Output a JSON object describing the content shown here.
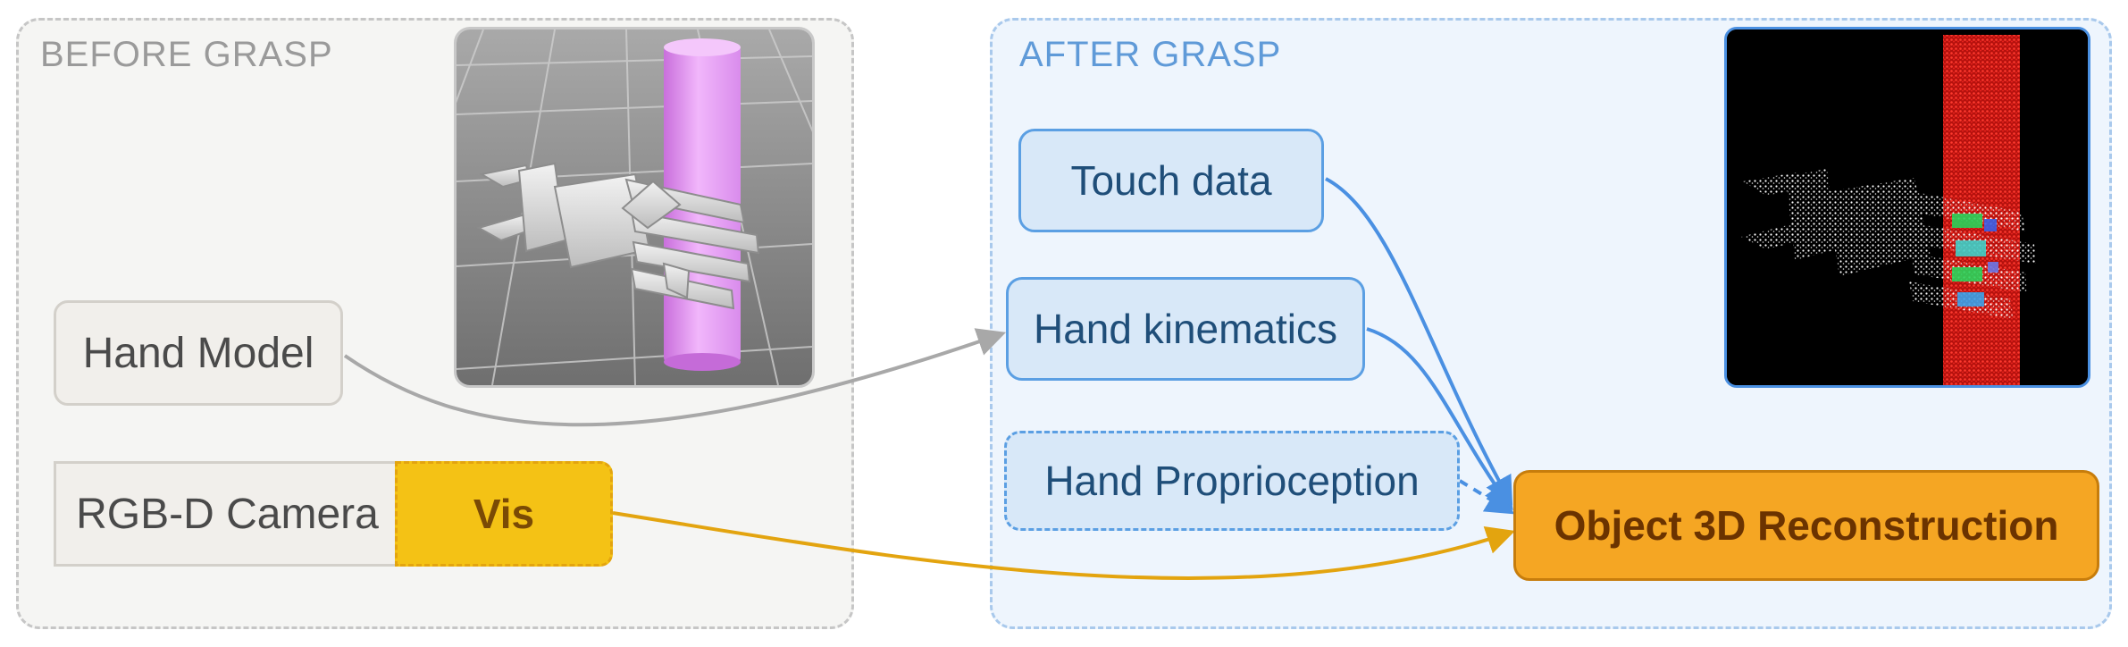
{
  "groups": {
    "before": {
      "label": "BEFORE GRASP"
    },
    "after": {
      "label": "AFTER GRASP"
    }
  },
  "nodes": {
    "hand_model": "Hand Model",
    "rgbd_camera": "RGB-D Camera",
    "vis": "Vis",
    "touch_data": "Touch data",
    "hand_kinematics": "Hand kinematics",
    "hand_proprioception": "Hand Proprioception",
    "reconstruction": "Object 3D Reconstruction"
  },
  "images": {
    "simulation": "robot-hand-grasping-cylinder-render",
    "point_cloud": "hand-and-object-point-cloud"
  },
  "colors": {
    "blue_arrow": "#4a90e2",
    "gray_arrow": "#a8a8a8",
    "orange_arrow": "#e3a40f",
    "cylinder": "#e08ff0",
    "point_cloud_object": "#e8231e"
  }
}
